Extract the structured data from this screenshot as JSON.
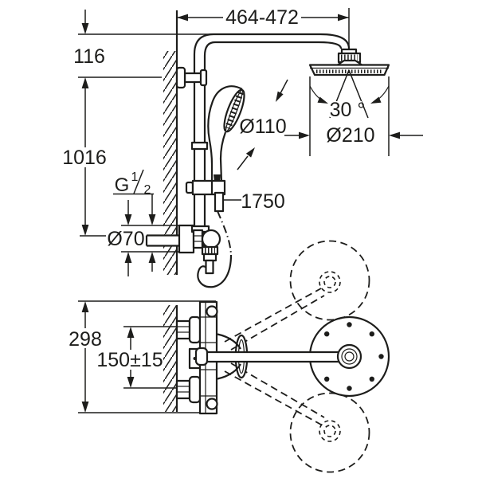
{
  "drawing": {
    "type": "shower-system-installation-dimensions",
    "colors": {
      "line": "#1d1d1b",
      "background": "#ffffff"
    },
    "dimensions": {
      "top_width": "464-472",
      "wall_bracket_offset": "116",
      "riser_height": "1016",
      "thread_prefix": "G",
      "thread_numerator": "1",
      "thread_denominator": "2",
      "valve_escutcheon_diameter": "Ø70",
      "hand_shower_diameter": "Ø110",
      "head_shower_diameter": "Ø210",
      "head_shower_angle": "30 °",
      "hose_length": "1750",
      "mounting_height": "298",
      "connection_spacing": "150±15"
    }
  }
}
